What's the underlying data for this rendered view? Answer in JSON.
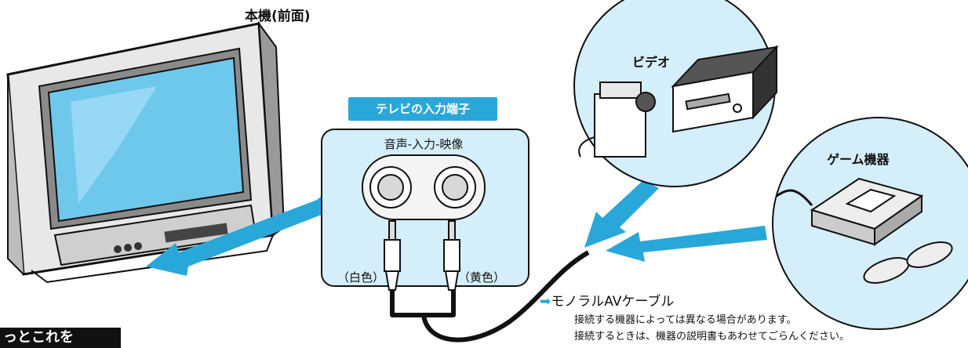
{
  "labels": {
    "tv_title": "本機(前面)",
    "video": "ビデオ",
    "game": "ゲーム機器",
    "port_heading": "テレビの入力端子",
    "port_caption": "音声-入力-映像",
    "white_plug": "（白色）",
    "yellow_plug": "（黄色）",
    "cable_arrow": "➡",
    "cable_name": "モノラルAVケーブル",
    "note_line1": "接続する機器によっては異なる場合があります。",
    "note_line2": "接続するときは、機器の説明書もあわせてごらんください。",
    "cutoff_text": "っとこれを"
  },
  "colors": {
    "accent": "#2aa7d9",
    "panel": "#d4eefa",
    "screen": "#6ec8ec",
    "cable": "#111111"
  },
  "icons": [
    "tv-icon",
    "camcorder-icon",
    "vcr-icon",
    "game-console-icon",
    "gamepad-icon",
    "rca-plug-icon"
  ]
}
